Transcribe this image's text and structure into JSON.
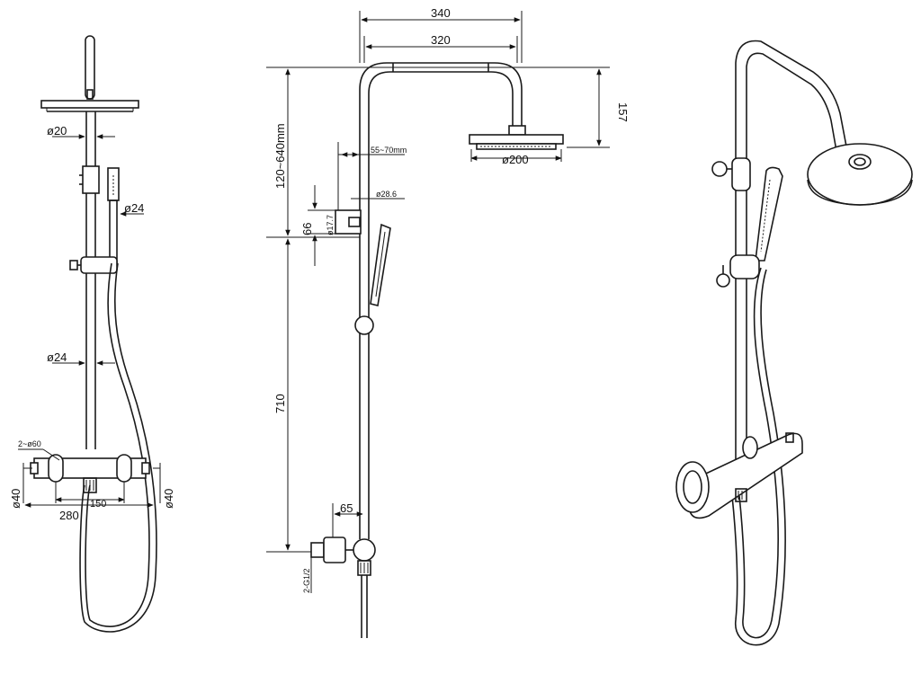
{
  "front_view": {
    "head_diameter": "ø20",
    "hand_diameter": "ø24",
    "pipe_diameter": "ø24",
    "flange": "2~ø60",
    "left_diameter": "ø40",
    "right_diameter": "ø40",
    "total_width": "280",
    "center_distance": "150"
  },
  "side_view": {
    "arm_outer": "340",
    "arm_inner": "320",
    "head_drop": "157",
    "adjustable_height": "120~640mm",
    "bracket_offset": "55~70mm",
    "bracket_diameter": "ø28.6",
    "bracket_inner": "ø17.7",
    "bracket_height": "66",
    "head_diameter": "ø200",
    "lower_height": "710",
    "connector_offset": "65",
    "thread": "2-G1/2"
  }
}
